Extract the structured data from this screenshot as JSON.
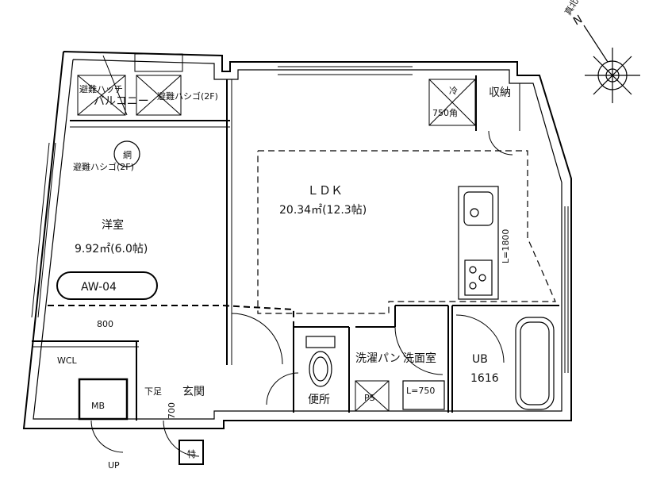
{
  "rooms": {
    "ldk": {
      "name": "ＬＤＫ",
      "area": "20.34㎡(12.3帖)"
    },
    "western": {
      "name": "洋室",
      "area": "9.92㎡(6.0帖)"
    },
    "wash": {
      "name": "洗面室"
    },
    "toilet": {
      "name": "便所"
    },
    "entrance": {
      "name": "玄関"
    },
    "bath": {
      "name": "UB",
      "size": "1616"
    },
    "balcony": {
      "name": "バルコニー"
    },
    "storage": {
      "name": "収納"
    },
    "wcl": {
      "name": "WCL"
    }
  },
  "labels": {
    "fridge": "冷",
    "fridge_size": "750角",
    "kitchen_length": "L=1800",
    "wash_pan": "洗濯パン",
    "vanity": "L=750",
    "ps": "PS",
    "mb": "MB",
    "up": "UP",
    "shoe": "下足",
    "shoe_dim": "700",
    "wcl_dim": "800",
    "window": "AW-04",
    "net": "網",
    "hatch": "避難ハッチ",
    "hatch2": "避難ハシゴ(2F)",
    "hatch3": "避難ハシゴ(2F)",
    "special": "特",
    "north_small": "真北",
    "north": "N"
  }
}
